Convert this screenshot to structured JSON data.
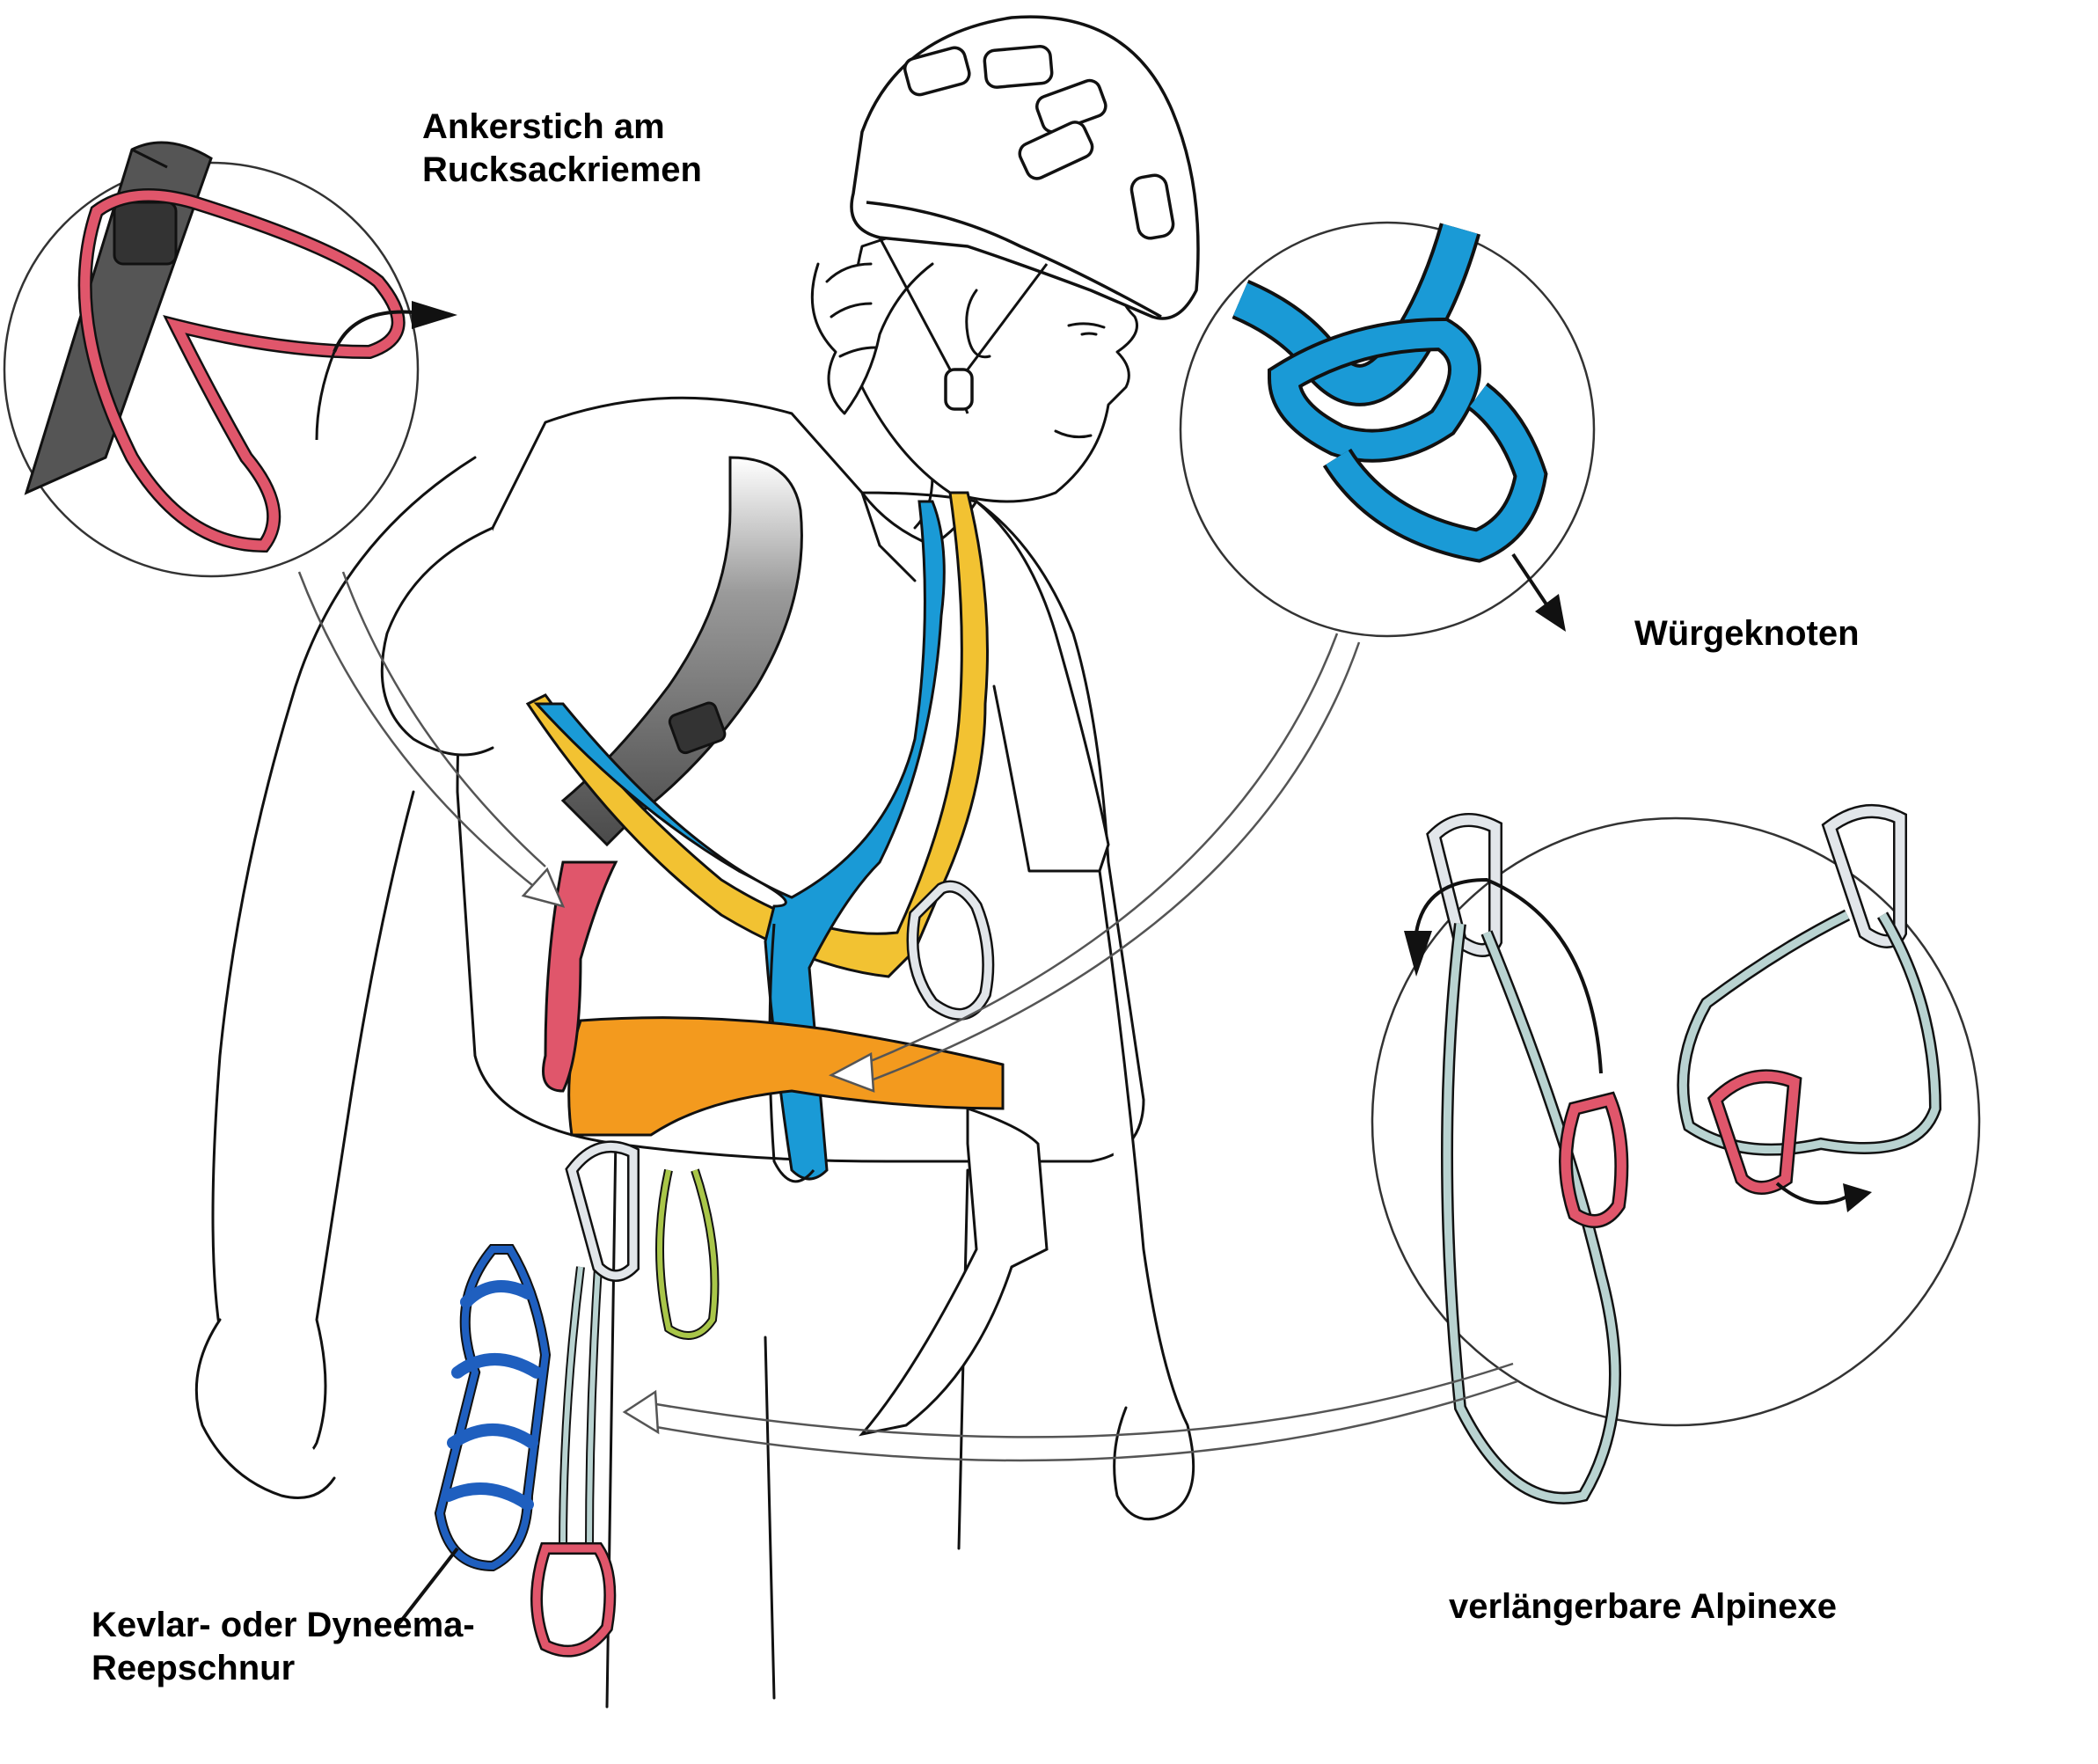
{
  "labels": {
    "ankerstich": [
      "Ankerstich am",
      "Rucksackriemen"
    ],
    "wuergeknoten": "Würgeknoten",
    "alpinexe": "verlängerbare Alpinexe",
    "reepschnur": [
      "Kevlar- oder Dyneema-",
      "Reepschnur"
    ]
  },
  "colors": {
    "outline": "#111111",
    "red_sling": "#e0566b",
    "blue_sling": "#1a9ad6",
    "yellow_sling": "#f2c232",
    "orange_harness": "#f39a1e",
    "grey_strap": "#555555",
    "rope_blue": "#1f5fbf",
    "grey_sling": "#b9d3d1",
    "green_cord": "#a9c649",
    "silver": "#e2e6ea"
  },
  "icons": [
    "climber-figure",
    "helmet",
    "arrow-icon",
    "carabiner-icon"
  ]
}
